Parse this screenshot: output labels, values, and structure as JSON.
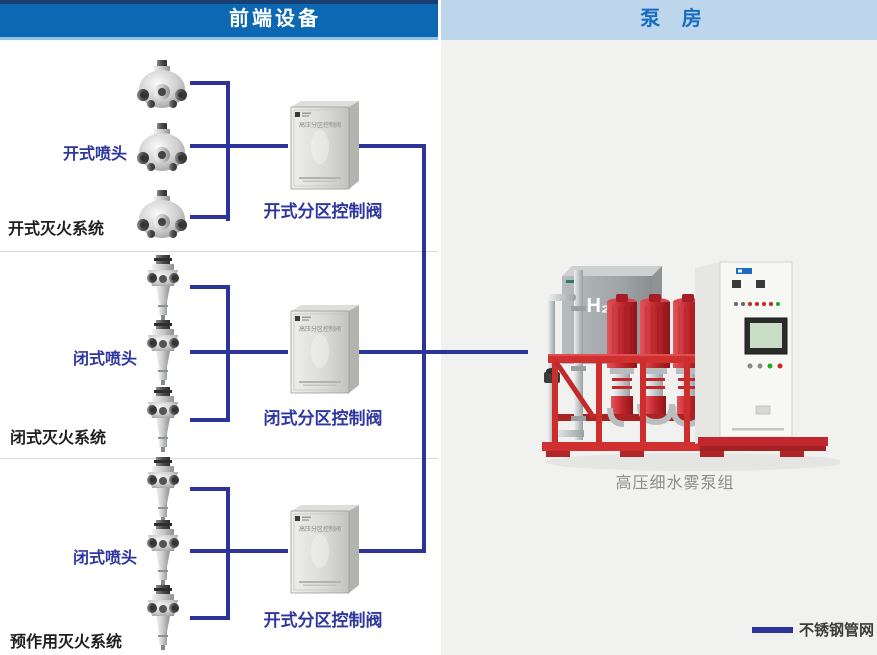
{
  "header": {
    "left_title": "前端设备",
    "right_title": "泵 房"
  },
  "sections": [
    {
      "sprinkler_label": "开式喷头",
      "system_label": "开式灭火系统",
      "valve_label": "开式分区控制阀",
      "sprinkler_type": "open"
    },
    {
      "sprinkler_label": "闭式喷头",
      "system_label": "闭式灭火系统",
      "valve_label": "闭式分区控制阀",
      "sprinkler_type": "closed"
    },
    {
      "sprinkler_label": "闭式喷头",
      "system_label": "预作用灭火系统",
      "valve_label": "开式分区控制阀",
      "sprinkler_type": "closed"
    }
  ],
  "cabinet": {
    "plate_text": "高压分区控制阀"
  },
  "pump_room": {
    "unit_caption": "高压细水雾泵组",
    "tank_label": "H₂O",
    "legend_label": "不锈钢管网"
  },
  "colors": {
    "pipe_line": "#2c3399",
    "header_left_bg": "#0d68b4",
    "header_left_text": "#ffffff",
    "header_right_bg": "#bdd6ec",
    "header_right_text": "#1a6cc0",
    "label_blue": "#2e37a0",
    "label_black": "#1f1f1f",
    "caption_gray": "#8c8c8c",
    "pump_red": "#c1272d",
    "right_panel_bg": "#f1f1ef"
  }
}
